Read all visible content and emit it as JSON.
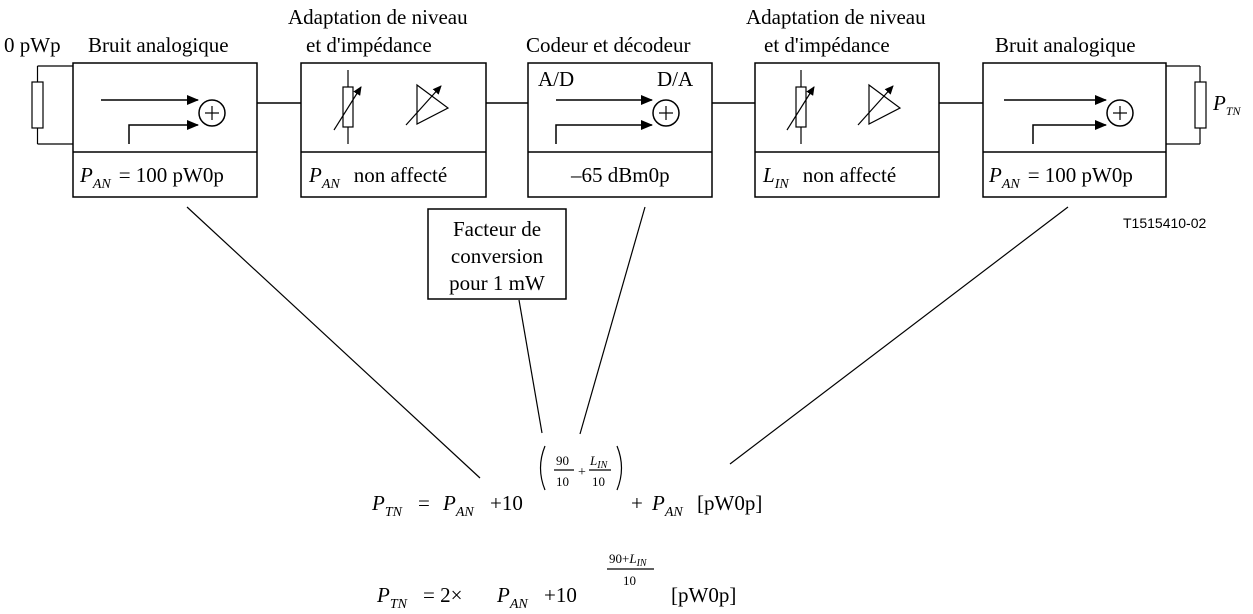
{
  "source": {
    "label": "0 pWp"
  },
  "blocks": {
    "noise_in": {
      "title": "Bruit analogique",
      "var": "P",
      "var_sub": "AN",
      "value": "= 100 pW0p"
    },
    "adapt1": {
      "title_1": "Adaptation de niveau",
      "title_2": "et d'impédance",
      "var": "P",
      "var_sub": "AN",
      "value": "non affecté"
    },
    "codec": {
      "title": "Codeur et décodeur",
      "ad": "A/D",
      "da": "D/A",
      "value": "–65 dBm0p"
    },
    "adapt2": {
      "title_1": "Adaptation de niveau",
      "title_2": "et d'impédance",
      "var": "L",
      "var_sub": "IN",
      "value": "non affecté"
    },
    "noise_out": {
      "title": "Bruit analogique",
      "var": "P",
      "var_sub": "AN",
      "value": "= 100 pW0p"
    }
  },
  "load": {
    "var": "P",
    "var_sub": "TN"
  },
  "figure_code": "T1515410-02",
  "conversion_note": {
    "line1": "Facteur de",
    "line2": "conversion",
    "line3": "pour 1 mW"
  },
  "formula1": {
    "lhs_var": "P",
    "lhs_sub": "TN",
    "eq": "=",
    "t1_var": "P",
    "t1_sub": "AN",
    "plus_ten": "+10",
    "exp_num1": "90",
    "exp_den1": "10",
    "exp_plus": "+",
    "exp_num2_var": "L",
    "exp_num2_sub": "IN",
    "exp_den2": "10",
    "t3_prefix": "+",
    "t3_var": "P",
    "t3_sub": "AN",
    "unit": "[pW0p]"
  },
  "formula2": {
    "lhs_var": "P",
    "lhs_sub": "TN",
    "eq": "= 2×",
    "t1_var": "P",
    "t1_sub": "AN",
    "plus_ten": "+10",
    "exp_num": "90+",
    "exp_num_var": "L",
    "exp_num_sub": "IN",
    "exp_den": "10",
    "unit": "[pW0p]"
  }
}
